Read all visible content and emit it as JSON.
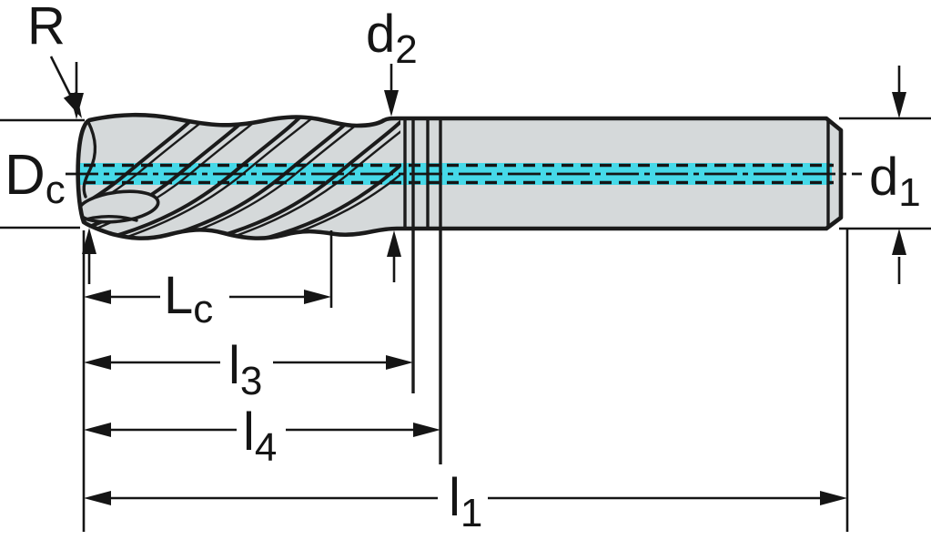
{
  "title": "End mill dimensional drawing",
  "colors": {
    "body_fill": "#d5d9da",
    "outline": "#1b1b1b",
    "coolant_highlight": "#46d9e8",
    "background": "#ffffff"
  },
  "labels": {
    "corner_radius": {
      "main": "R",
      "sub": ""
    },
    "neck_diameter": {
      "main": "d",
      "sub": "2"
    },
    "cutting_diameter": {
      "main": "D",
      "sub": "c"
    },
    "shank_diameter": {
      "main": "d",
      "sub": "1"
    },
    "cutting_length": {
      "main": "L",
      "sub": "c"
    },
    "length_l3": {
      "main": "l",
      "sub": "3"
    },
    "length_l4": {
      "main": "l",
      "sub": "4"
    },
    "overall_length": {
      "main": "l",
      "sub": "1"
    }
  }
}
